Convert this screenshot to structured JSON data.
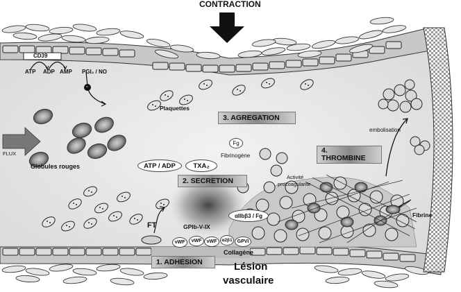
{
  "title": "CONTRACTION",
  "labels": {
    "flux": "FLUX",
    "globules_rouges": "Globules rouges",
    "plaquettes": "Plaquettes",
    "cd39": "CD39",
    "atp": "ATP",
    "adp": "ADP",
    "amp": "AMP",
    "pgi": "PGI₂ / NO",
    "minus": "-",
    "fg": "Fg",
    "fibrinogene": "Fibrinogène",
    "atp_adp": "ATP / ADP",
    "txa2": "TXA₂",
    "integrin": "αIIbβ3 / Fg",
    "activite": "Activité",
    "procoagulante": "procoagulante",
    "embolisation": "embolisation",
    "fibrine": "Fibrine",
    "ft": "FT",
    "gpib": "GPIb-V-IX",
    "vwf": "vWF",
    "a2b1": "α2β1",
    "gpvi": "GPVI",
    "collagene": "Collagène",
    "lesion_line1": "Lésion",
    "lesion_line2": "vasculaire"
  },
  "steps": {
    "step1": "1. ADHESION",
    "step2": "2. SECRETION",
    "step3": "3. AGREGATION",
    "step4_line1": "4.",
    "step4_line2": "THROMBINE"
  }
}
